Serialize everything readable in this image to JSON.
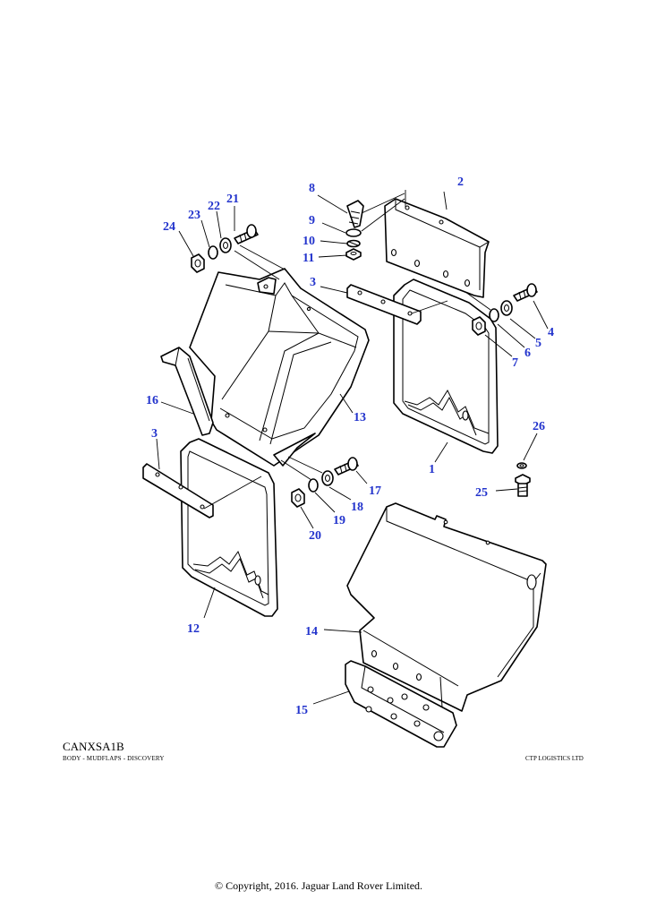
{
  "diagram_code": "CANXSA1B",
  "diagram_caption": "BODY - MUDFLAPS - DISCOVERY",
  "supplier": "CTP LOGISTICS LTD",
  "copyright": "© Copyright, 2016. Jaguar Land Rover Limited.",
  "callout_color": "#2233cc",
  "callouts": {
    "c1": "1",
    "c2": "2",
    "c3a": "3",
    "c3b": "3",
    "c4": "4",
    "c5": "5",
    "c6": "6",
    "c7": "7",
    "c8": "8",
    "c9": "9",
    "c10": "10",
    "c11": "11",
    "c12": "12",
    "c13": "13",
    "c14": "14",
    "c15": "15",
    "c16": "16",
    "c17": "17",
    "c18": "18",
    "c19": "19",
    "c20": "20",
    "c21": "21",
    "c22": "22",
    "c23": "23",
    "c24": "24",
    "c25": "25",
    "c26": "26"
  }
}
